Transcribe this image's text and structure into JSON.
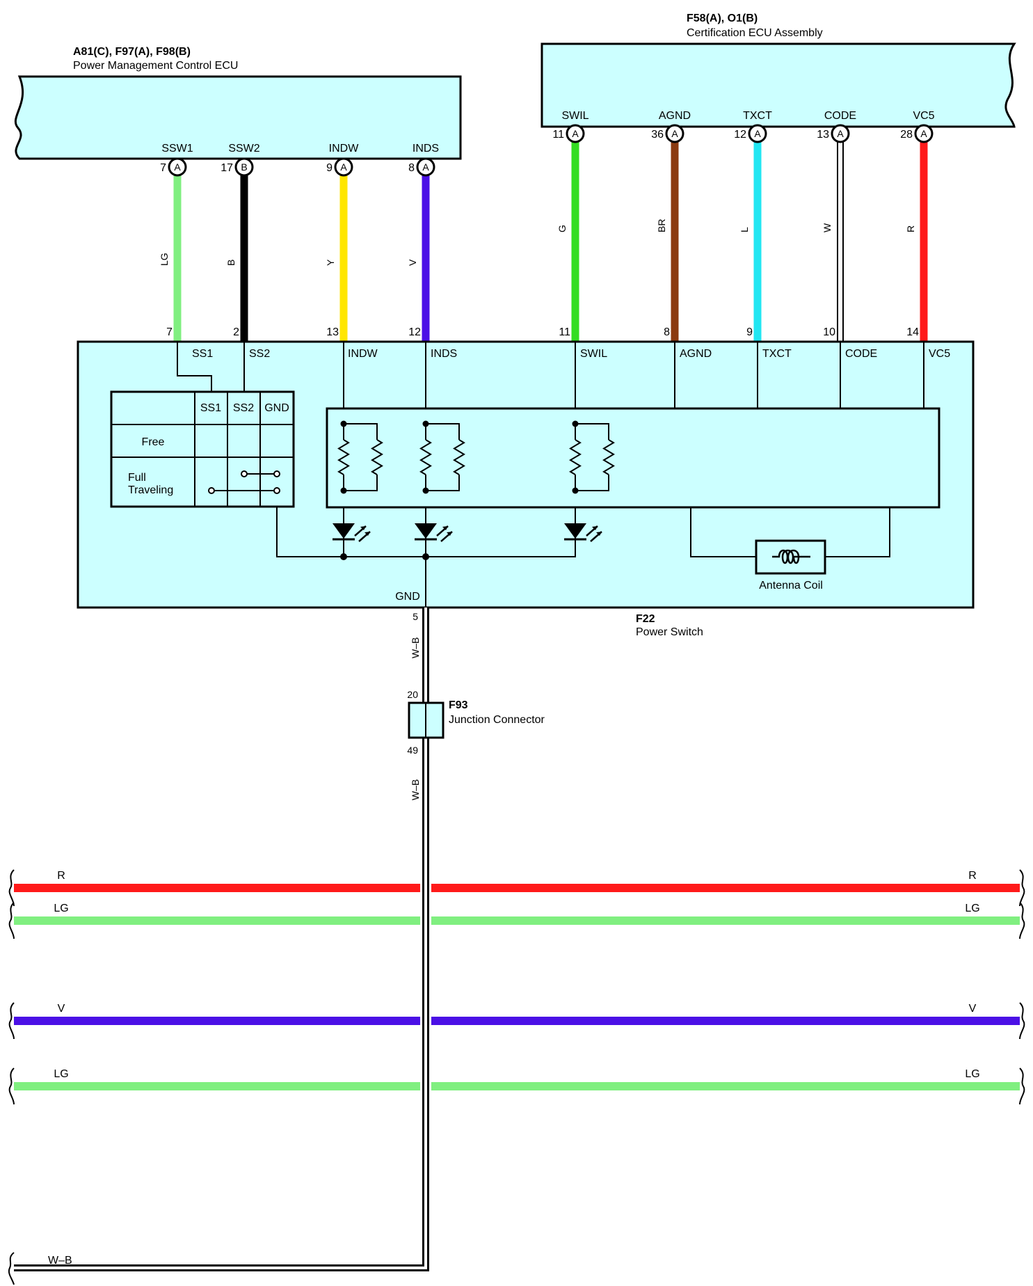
{
  "pmc_ecu": {
    "connectors": "A81(C), F97(A), F98(B)",
    "name": "Power Management Control ECU",
    "pins": [
      {
        "label": "SSW1",
        "num": "7",
        "conn": "A"
      },
      {
        "label": "SSW2",
        "num": "17",
        "conn": "B"
      },
      {
        "label": "INDW",
        "num": "9",
        "conn": "A"
      },
      {
        "label": "INDS",
        "num": "8",
        "conn": "A"
      }
    ]
  },
  "cert_ecu": {
    "connectors": "F58(A), O1(B)",
    "name": "Certification ECU Assembly",
    "pins": [
      {
        "label": "SWIL",
        "num": "11",
        "conn": "A"
      },
      {
        "label": "AGND",
        "num": "36",
        "conn": "A"
      },
      {
        "label": "TXCT",
        "num": "12",
        "conn": "A"
      },
      {
        "label": "CODE",
        "num": "13",
        "conn": "A"
      },
      {
        "label": "VC5",
        "num": "28",
        "conn": "A"
      }
    ]
  },
  "wires_top": [
    {
      "code": "LG",
      "color": "#80ef80",
      "switch_pin": "7"
    },
    {
      "code": "B",
      "color": "#000000",
      "switch_pin": "2"
    },
    {
      "code": "Y",
      "color": "#ffe600",
      "switch_pin": "13"
    },
    {
      "code": "V",
      "color": "#4b10e6",
      "switch_pin": "12"
    },
    {
      "code": "G",
      "color": "#33dd22",
      "switch_pin": "11"
    },
    {
      "code": "BR",
      "color": "#8b3a10",
      "switch_pin": "8"
    },
    {
      "code": "L",
      "color": "#22e6f2",
      "switch_pin": "9"
    },
    {
      "code": "W",
      "color": "#ffffff",
      "switch_pin": "10"
    },
    {
      "code": "R",
      "color": "#ff1a1a",
      "switch_pin": "14"
    }
  ],
  "power_switch": {
    "id": "F22",
    "name": "Power Switch",
    "pins_top": [
      "SS1",
      "SS2",
      "INDW",
      "INDS",
      "SWIL",
      "AGND",
      "TXCT",
      "CODE",
      "VC5"
    ],
    "gnd_label": "GND",
    "gnd_pin": "5",
    "table": {
      "headers": [
        "SS1",
        "SS2",
        "GND"
      ],
      "rows": [
        "Free",
        "Full\nTraveling"
      ],
      "row_free": "Free",
      "row_full_1": "Full",
      "row_full_2": "Traveling"
    },
    "antenna_label": "Antenna Coil"
  },
  "junction": {
    "id": "F93",
    "name": "Junction Connector",
    "pin_in": "20",
    "pin_out": "49",
    "wire_code": "W–B"
  },
  "bus_lines": [
    {
      "code": "R",
      "color": "#ff1a1a"
    },
    {
      "code": "LG",
      "color": "#80ef80"
    },
    {
      "code": "V",
      "color": "#4b10e6"
    },
    {
      "code": "LG",
      "color": "#80ef80"
    }
  ],
  "ground_label": "W–B",
  "colors": {
    "box_fill": "#ccffff",
    "wb_wire": "#ffffff"
  }
}
